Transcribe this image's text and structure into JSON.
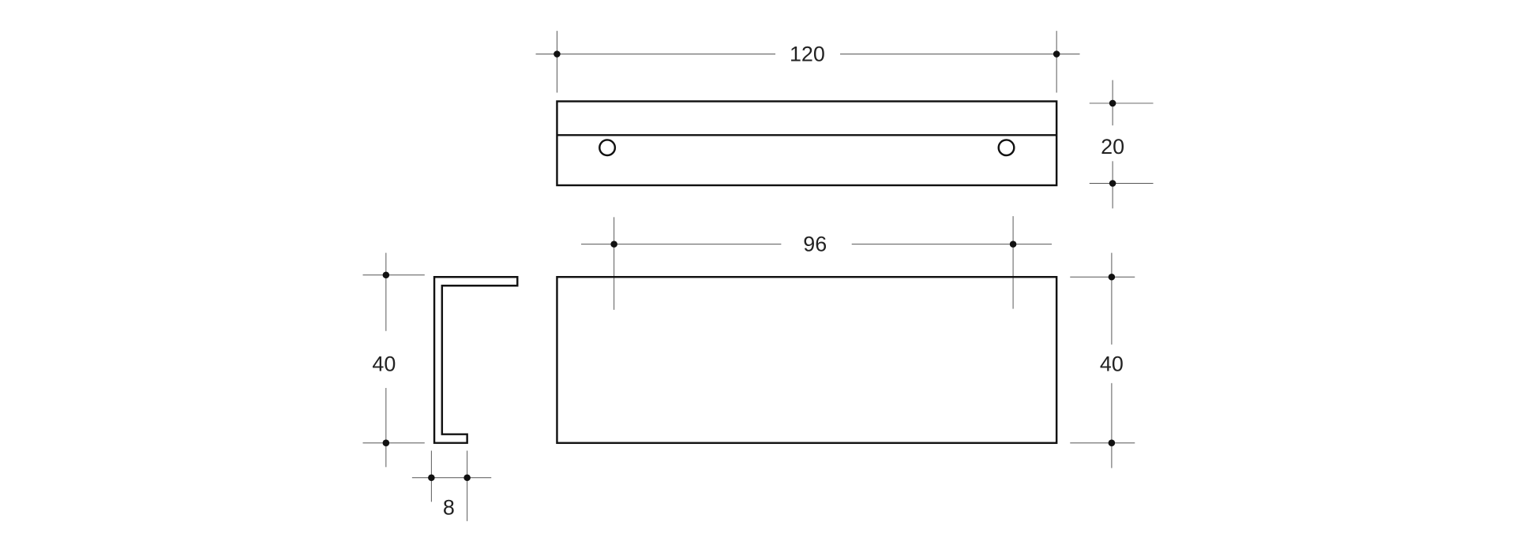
{
  "drawing": {
    "top_view": {
      "width_label": "120",
      "height_label": "20"
    },
    "front_view": {
      "hole_spacing_label": "96",
      "height_label": "40"
    },
    "side_profile": {
      "height_label": "40",
      "depth_label": "8"
    },
    "colors": {
      "line": "#111111",
      "dimension": "#555555",
      "background": "#ffffff"
    }
  }
}
